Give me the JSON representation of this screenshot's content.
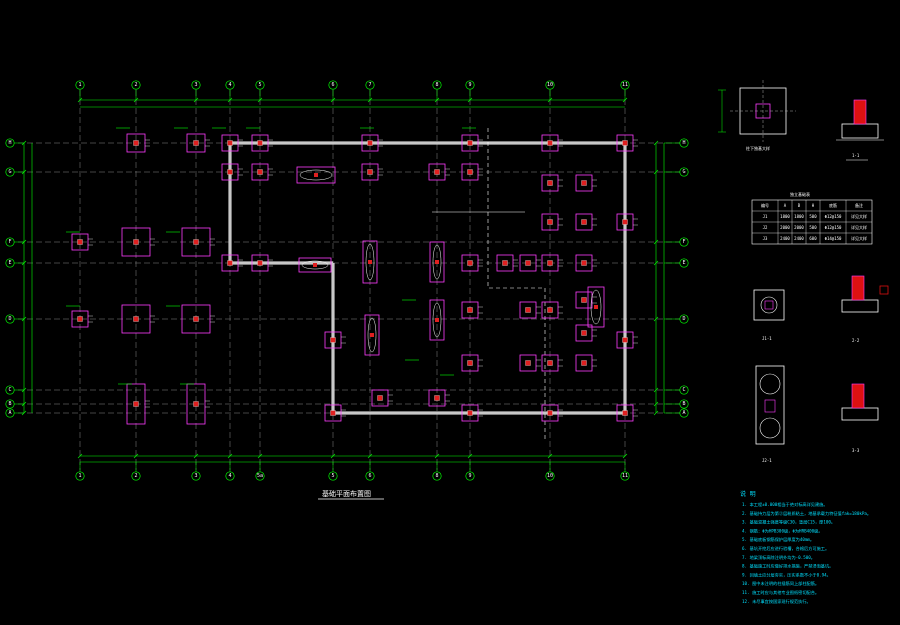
{
  "plan": {
    "title": "基础平面布置图",
    "axes_top": [
      "1",
      "2",
      "3",
      "4",
      "5",
      "6",
      "7",
      "8",
      "9",
      "10",
      "11"
    ],
    "axes_bottom": [
      "1",
      "2",
      "3",
      "4",
      "5a",
      "5",
      "6",
      "8",
      "9",
      "10",
      "11"
    ],
    "axes_left": [
      "H",
      "G",
      "F",
      "E",
      "D",
      "C",
      "B",
      "A"
    ],
    "axes_right": [
      "H",
      "G",
      "F",
      "E",
      "D",
      "C",
      "B",
      "A"
    ]
  },
  "detail_titles": {
    "plan_detail": "柱下独基大样",
    "s11": "1-1",
    "s22": "2-2",
    "s33": "3-3",
    "d1": "J1-1",
    "d2": "J2-1"
  },
  "schedule": {
    "title": "独立基础表",
    "header": [
      "编号",
      "A",
      "B",
      "H",
      "底筋",
      "备注"
    ],
    "rows": [
      [
        "J1",
        "1800",
        "1800",
        "500",
        "Φ12@150",
        "详见大样"
      ],
      [
        "J2",
        "2000",
        "2000",
        "500",
        "Φ12@150",
        "详见大样"
      ],
      [
        "J3",
        "2400",
        "2400",
        "600",
        "Φ14@150",
        "详见大样"
      ]
    ]
  },
  "notes": {
    "title": "说 明",
    "lines": [
      "1. 本工程±0.000相当于绝对标高详见建施。",
      "2. 基础持力层为第②层粉质粘土，地基承载力特征值fak=180kPa。",
      "3. 基础混凝土强度等级C30，垫层C15，厚100。",
      "4. 钢筋：Φ为HPB300级，Φ为HRB400级。",
      "5. 基础底板钢筋保护层厚度为40mm。",
      "6. 基坑开挖后应进行验槽，合格后方可施工。",
      "7. 地梁顶标高除注明外均为-0.500。",
      "8. 基础施工时应做好排水措施，严禁浸泡基坑。",
      "9. 回填土应分层夯实，压实系数不小于0.94。",
      "10. 图中未注明的柱插筋同上部柱配筋。",
      "11. 施工时应与其他专业图纸密切配合。",
      "12. 未尽事宜按国家现行规范执行。"
    ]
  }
}
